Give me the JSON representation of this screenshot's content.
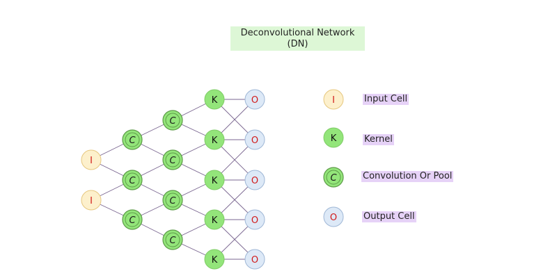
{
  "diagram": {
    "title_line1": "Deconvolutional Network",
    "title_line2": "(DN)",
    "colors": {
      "input_fill": "#fdf0cc",
      "input_stroke": "#e6c77e",
      "input_text": "#d11a1a",
      "conv_fill": "#93e57a",
      "conv_ring": "#5d9b48",
      "conv_text": "#1a1a1a",
      "kernel_fill": "#93e57a",
      "kernel_stroke": "#7fcc66",
      "kernel_text": "#111111",
      "output_fill": "#dde9f7",
      "output_stroke": "#9fb7d6",
      "output_text": "#d11a1a",
      "edge": "#7a6690",
      "title_bg": "#ddf7d6",
      "legend_label_bg": "#e6d2f7"
    },
    "node_letters": {
      "input": "I",
      "conv": "C",
      "kernel": "K",
      "output": "O"
    },
    "legend": [
      {
        "symbol": "I",
        "type": "input",
        "label": "Input Cell"
      },
      {
        "symbol": "K",
        "type": "kernel",
        "label": "Kernel"
      },
      {
        "symbol": "C",
        "type": "conv",
        "label": "Convolution Or Pool"
      },
      {
        "symbol": "O",
        "type": "output",
        "label": "Output Cell"
      }
    ]
  }
}
